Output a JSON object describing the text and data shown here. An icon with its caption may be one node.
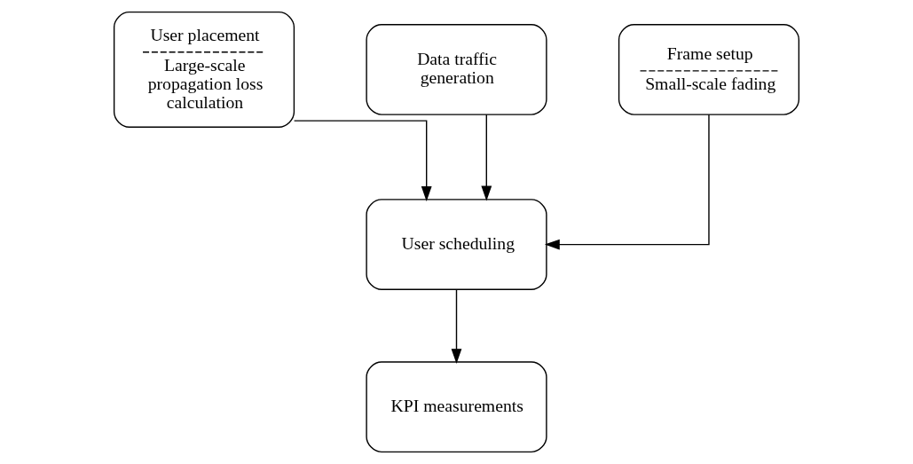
{
  "diagram": {
    "nodes": [
      {
        "text": [
          "User placement",
          "Large-scale propagation loss calculation"
        ]
      },
      {
        "text": [
          "Data traffic generation"
        ]
      },
      {
        "text": [
          "Frame setup",
          "Small-scale fading"
        ]
      },
      {
        "text": [
          "User scheduling"
        ]
      },
      {
        "text": [
          "KPI measurements"
        ]
      }
    ],
    "edges": [
      {
        "from": 0,
        "to": 3,
        "arrow": "to"
      },
      {
        "from": 1,
        "to": 3,
        "arrow": "to"
      },
      {
        "from": 2,
        "to": 3,
        "arrow": "to"
      },
      {
        "from": 3,
        "to": 4,
        "arrow": "to"
      }
    ]
  }
}
